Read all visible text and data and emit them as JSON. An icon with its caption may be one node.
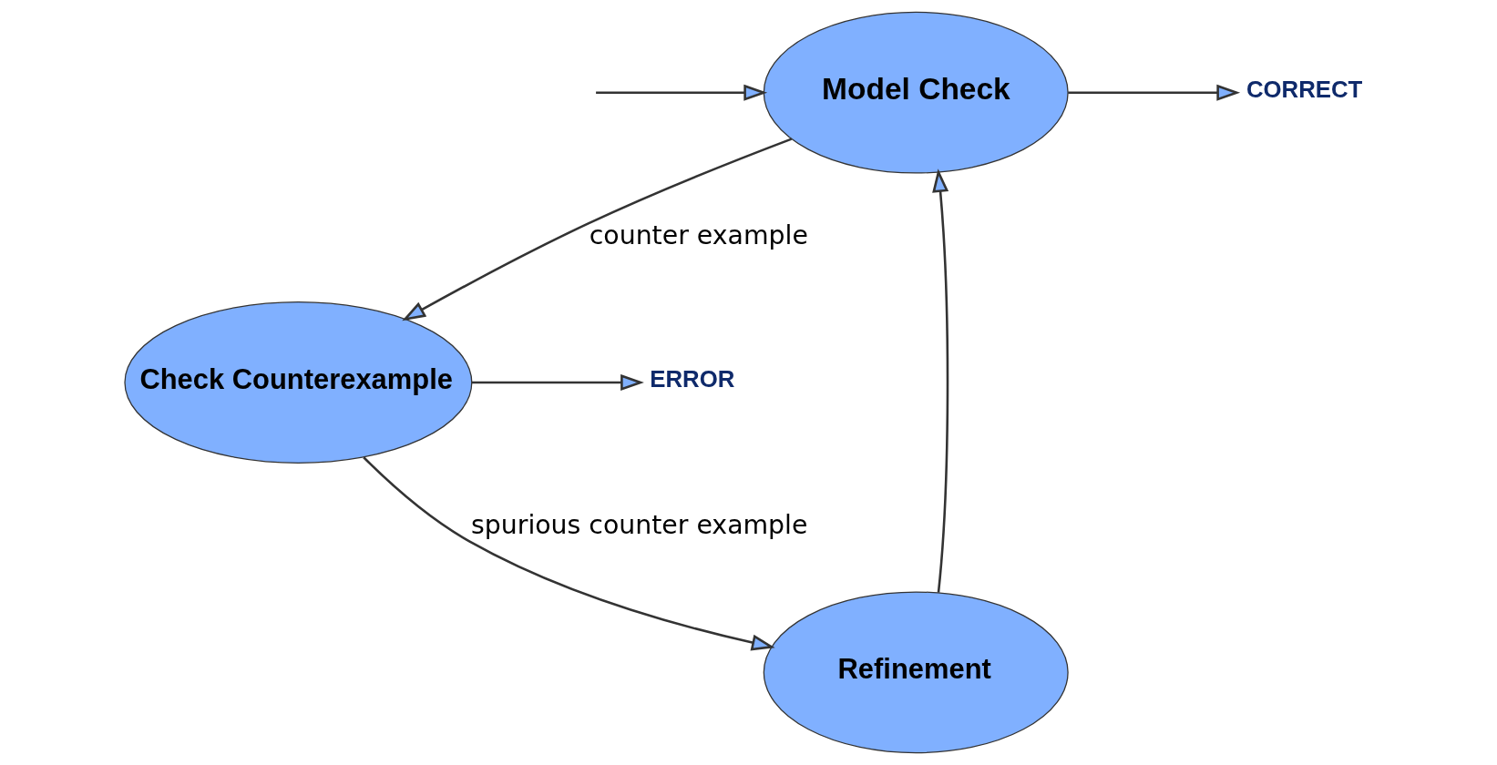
{
  "diagram": {
    "nodes": [
      {
        "text": [
          "Model Check"
        ]
      },
      {
        "text": [
          "Check Counterexample"
        ]
      },
      {
        "text": [
          "Refinement"
        ]
      },
      {
        "text": [
          "CORRECT"
        ]
      },
      {
        "text": [
          "ERROR"
        ]
      }
    ],
    "edges": [
      {
        "from": null,
        "to": 0,
        "arrow": "to"
      },
      {
        "from": 0,
        "to": 3,
        "arrow": "to"
      },
      {
        "from": 0,
        "to": 1,
        "arrow": "to",
        "label": "counter example"
      },
      {
        "from": 1,
        "to": 4,
        "arrow": "to"
      },
      {
        "from": 1,
        "to": 2,
        "arrow": "to",
        "label": "spurious counter example"
      },
      {
        "from": 2,
        "to": 0,
        "arrow": "to"
      }
    ]
  }
}
